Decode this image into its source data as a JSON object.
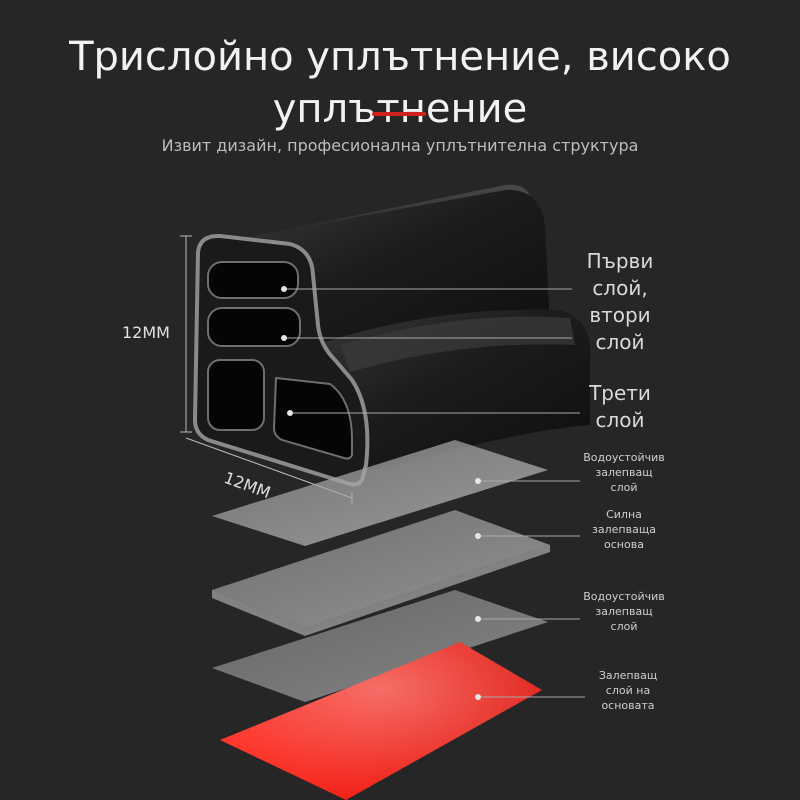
{
  "title": {
    "line1": "Трислойно уплътнение, високо",
    "line2": "уплътнение"
  },
  "subtitle": "Извит дизайн, професионална уплътнителна структура",
  "dimensions": {
    "height": "12MM",
    "width": "12MM"
  },
  "callouts": {
    "first_second_layer": [
      "Първи",
      "слой,",
      "втори",
      "слой"
    ],
    "third_layer": [
      "Трети",
      "слой"
    ],
    "layer_1": [
      "Водоустойчив",
      "залепващ",
      "слой"
    ],
    "layer_2": [
      "Силна",
      "залепваща",
      "основа"
    ],
    "layer_3": [
      "Водоустойчив",
      "залепващ",
      "слой"
    ],
    "layer_4": [
      "Залепващ",
      "слой на",
      "основата"
    ]
  },
  "colors": {
    "background": "#262626",
    "accent": "#d0221c",
    "red_layer": "#ff1a12",
    "seal_body": "#1e1e1e",
    "seal_outline": "#8a8a8a"
  }
}
